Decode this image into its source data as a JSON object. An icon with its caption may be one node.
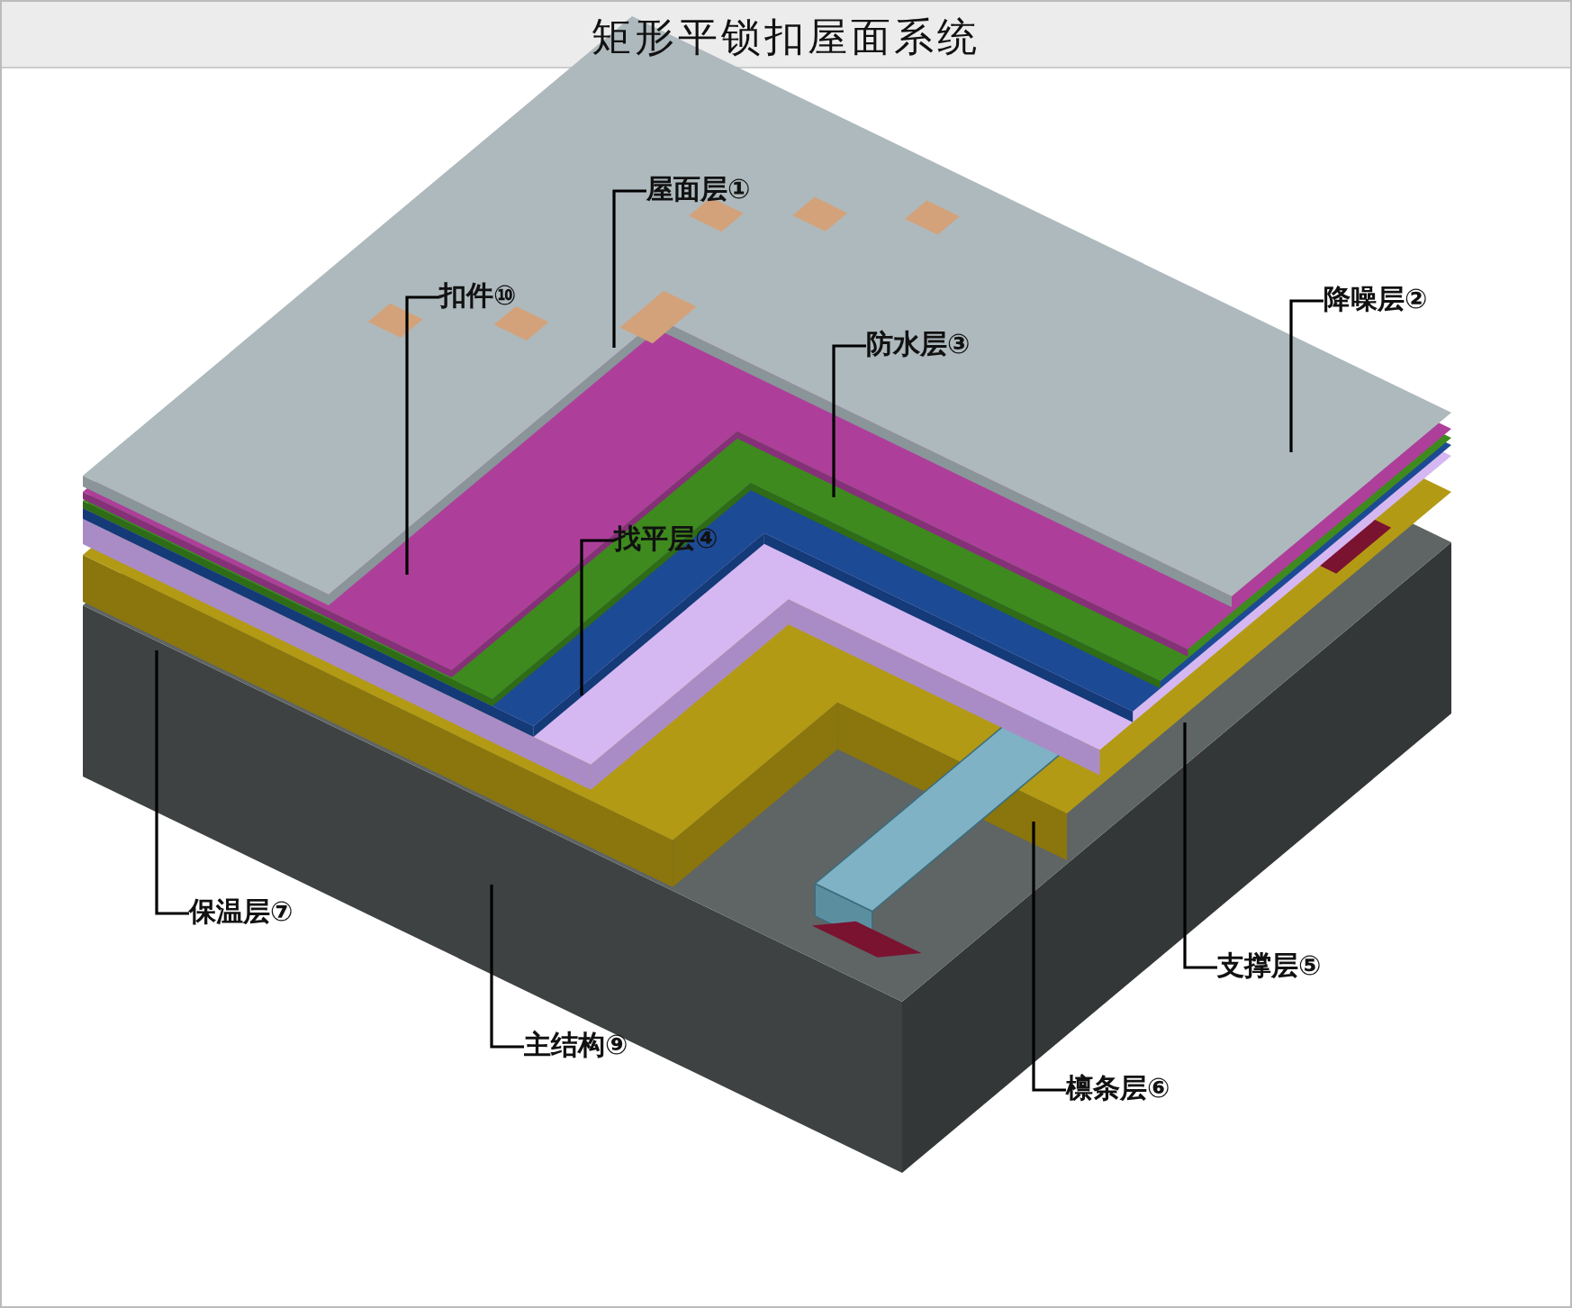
{
  "diagram": {
    "title": "矩形平锁扣屋面系统",
    "nodes": [
      {
        "text": [
          "屋面层①"
        ]
      },
      {
        "text": [
          "扣件⑩"
        ]
      },
      {
        "text": [
          "降噪层②"
        ]
      },
      {
        "text": [
          "防水层③"
        ]
      },
      {
        "text": [
          "找平层④"
        ]
      },
      {
        "text": [
          "保温层⑦"
        ]
      },
      {
        "text": [
          "支撑层⑤"
        ]
      },
      {
        "text": [
          "主结构⑨"
        ]
      },
      {
        "text": [
          "檩条层⑥"
        ]
      }
    ],
    "edges": [
      {
        "from": 0,
        "to": null,
        "arrow": "none"
      },
      {
        "from": 1,
        "to": null,
        "arrow": "none"
      },
      {
        "from": 2,
        "to": null,
        "arrow": "none"
      },
      {
        "from": 3,
        "to": null,
        "arrow": "none"
      },
      {
        "from": 4,
        "to": null,
        "arrow": "none"
      },
      {
        "from": 5,
        "to": null,
        "arrow": "none"
      },
      {
        "from": 6,
        "to": null,
        "arrow": "none"
      },
      {
        "from": 7,
        "to": null,
        "arrow": "none"
      },
      {
        "from": 8,
        "to": null,
        "arrow": "none"
      }
    ]
  }
}
